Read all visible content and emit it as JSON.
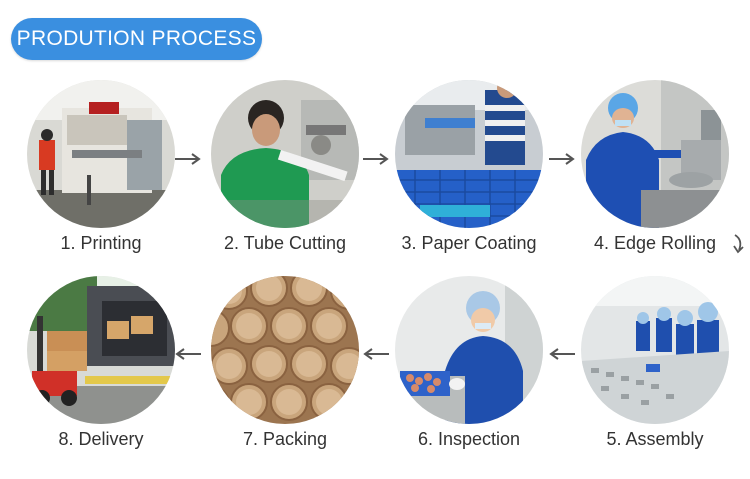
{
  "header": {
    "title": "PRODUTION PROCESS"
  },
  "steps": [
    {
      "label": "1. Printing"
    },
    {
      "label": "2. Tube Cutting"
    },
    {
      "label": "3. Paper Coating"
    },
    {
      "label": "4. Edge Rolling"
    },
    {
      "label": "5. Assembly"
    },
    {
      "label": "6. Inspection"
    },
    {
      "label": "7. Packing"
    },
    {
      "label": "8. Delivery"
    }
  ],
  "colors": {
    "accent": "#3a8fe0",
    "arrow": "#555555",
    "text": "#333333"
  }
}
